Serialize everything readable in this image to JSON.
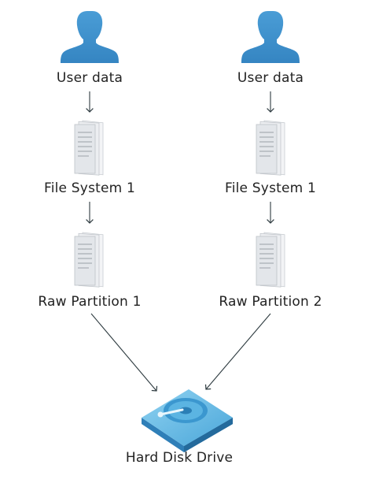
{
  "diagram": {
    "left_column": {
      "user": "User data",
      "filesystem": "File System 1",
      "partition": "Raw Partition 1"
    },
    "right_column": {
      "user": "User data",
      "filesystem": "File System 1",
      "partition": "Raw Partition 2"
    },
    "drive": "Hard Disk Drive",
    "icons": {
      "user": "user-icon",
      "document": "document-stack-icon",
      "disk": "hard-disk-icon"
    },
    "colors": {
      "user_icon": "#3f8fc9",
      "disk_body": "#58b1df",
      "disk_dark": "#2f7fb8",
      "document": "#e6e8eb",
      "arrow": "#2e3b40"
    }
  }
}
